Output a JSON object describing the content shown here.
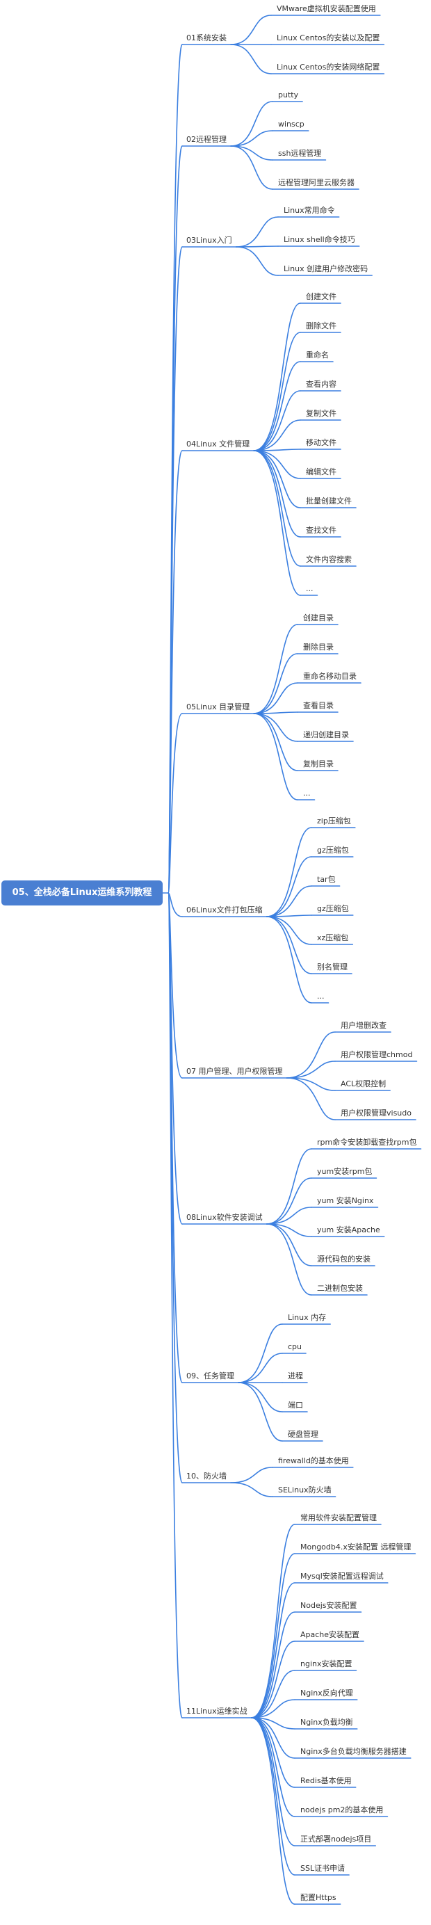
{
  "colors": {
    "line": "#3b7fe0",
    "root_bg": "#4a7fd2",
    "root_text": "#ffffff",
    "text": "#333333"
  },
  "root": "05、全栈必备Linux运维系列教程",
  "branches": [
    {
      "label": "01系统安装",
      "children": [
        "VMware虚拟机安装配置使用",
        "Linux Centos的安装以及配置",
        "Linux Centos的安装网络配置"
      ]
    },
    {
      "label": "02远程管理",
      "children": [
        "putty",
        "winscp",
        "ssh远程管理",
        "远程管理阿里云服务器"
      ]
    },
    {
      "label": "03Linux入门",
      "children": [
        "Linux常用命令",
        "Linux shell命令技巧",
        "Linux 创建用户修改密码"
      ]
    },
    {
      "label": "04Linux 文件管理",
      "children": [
        "创建文件",
        "删除文件",
        "重命名",
        "查看内容",
        "复制文件",
        "移动文件",
        "编辑文件",
        "批量创建文件",
        "查找文件",
        "文件内容搜索",
        "..."
      ]
    },
    {
      "label": "05Linux 目录管理",
      "children": [
        "创建目录",
        "删除目录",
        "重命名移动目录",
        "查看目录",
        "递归创建目录",
        "复制目录",
        "..."
      ]
    },
    {
      "label": "06Linux文件打包压缩",
      "children": [
        "zip压缩包",
        "gz压缩包",
        "tar包",
        "gz压缩包",
        "xz压缩包",
        "别名管理",
        "..."
      ]
    },
    {
      "label": "07 用户管理、用户权限管理",
      "children": [
        "用户增删改查",
        "用户权限管理chmod",
        "ACL权限控制",
        "用户权限管理visudo"
      ]
    },
    {
      "label": "08Linux软件安装调试",
      "children": [
        "rpm命令安装卸载查找rpm包",
        "yum安装rpm包",
        "yum 安装Nginx",
        "yum 安装Apache",
        "源代码包的安装",
        "二进制包安装"
      ]
    },
    {
      "label": "09、任务管理",
      "children": [
        "Linux 内存",
        "cpu",
        "进程",
        "端口",
        "硬盘管理"
      ]
    },
    {
      "label": "10、防火墙",
      "children": [
        "firewalld的基本使用",
        "SELinux防火墙"
      ]
    },
    {
      "label": "11Linux运维实战",
      "children": [
        "常用软件安装配置管理",
        "Mongodb4.x安装配置 远程管理",
        "Mysql安装配置远程调试",
        "Nodejs安装配置",
        "Apache安装配置",
        "nginx安装配置",
        "Nginx反向代理",
        "Nginx负载均衡",
        "Nginx多台负载均衡服务器搭建",
        "Redis基本使用",
        "nodejs pm2的基本使用",
        "正式部署nodejs项目",
        "SSL证书申请",
        "配置Https"
      ]
    }
  ]
}
